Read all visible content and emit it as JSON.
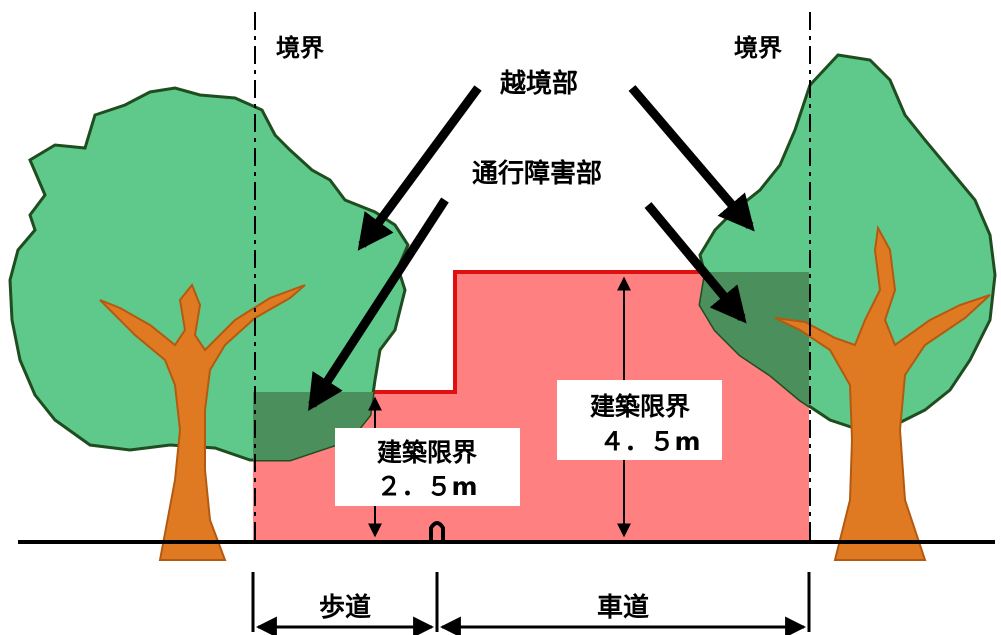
{
  "labels": {
    "boundary_left": "境界",
    "boundary_right": "境界",
    "encroachment": "越境部",
    "obstruction": "通行障害部",
    "sidewalk": "歩道",
    "roadway": "車道"
  },
  "clearance_sidewalk": {
    "title": "建築限界",
    "height": "2.5m",
    "height_display": "２．５m"
  },
  "clearance_roadway": {
    "title": "建築限界",
    "height": "4.5m",
    "height_display": "４．５m"
  },
  "colors": {
    "tree_canopy": "#5ec98a",
    "tree_canopy_overlap": "#4a8f5c",
    "tree_trunk": "#e07a22",
    "tree_outline": "#1f4d1f",
    "clearance_fill": "#ff8080",
    "clearance_line": "#e01010",
    "ground": "#000000"
  }
}
